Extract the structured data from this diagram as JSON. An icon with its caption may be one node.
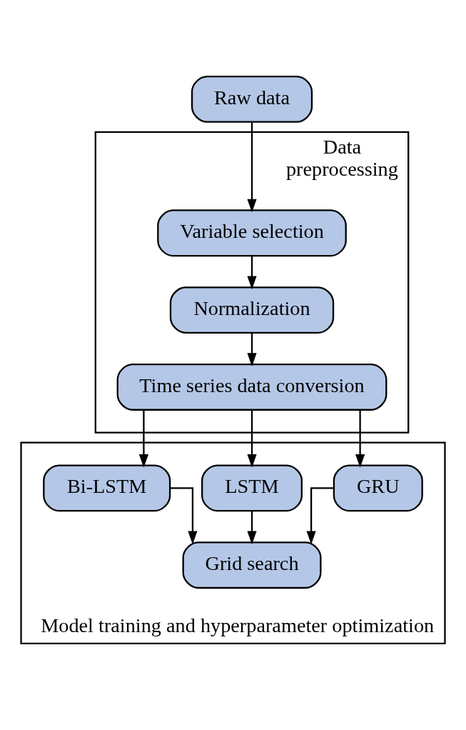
{
  "diagram": {
    "nodes": [
      {
        "text": [
          "Raw data"
        ]
      },
      {
        "text": [
          "Data preprocessing"
        ]
      },
      {
        "text": [
          "Variable selection"
        ],
        "in": 1
      },
      {
        "text": [
          "Normalization"
        ],
        "in": 1
      },
      {
        "text": [
          "Time series data conversion"
        ],
        "in": 1
      },
      {
        "text": [
          "Model training and hyperparameter optimization"
        ]
      },
      {
        "text": [
          "Bi-LSTM"
        ],
        "in": 5
      },
      {
        "text": [
          "LSTM"
        ],
        "in": 5
      },
      {
        "text": [
          "GRU"
        ],
        "in": 5
      },
      {
        "text": [
          "Grid search"
        ],
        "in": 5
      }
    ],
    "edges": [
      {
        "from": 0,
        "to": 2,
        "arrow": "to"
      },
      {
        "from": 2,
        "to": 3,
        "arrow": "to"
      },
      {
        "from": 3,
        "to": 4,
        "arrow": "to"
      },
      {
        "from": 4,
        "to": 6,
        "arrow": "to"
      },
      {
        "from": 4,
        "to": 7,
        "arrow": "to"
      },
      {
        "from": 4,
        "to": 8,
        "arrow": "to"
      },
      {
        "from": 6,
        "to": 9,
        "arrow": "to"
      },
      {
        "from": 7,
        "to": 9,
        "arrow": "to"
      },
      {
        "from": 8,
        "to": 9,
        "arrow": "to"
      }
    ]
  }
}
